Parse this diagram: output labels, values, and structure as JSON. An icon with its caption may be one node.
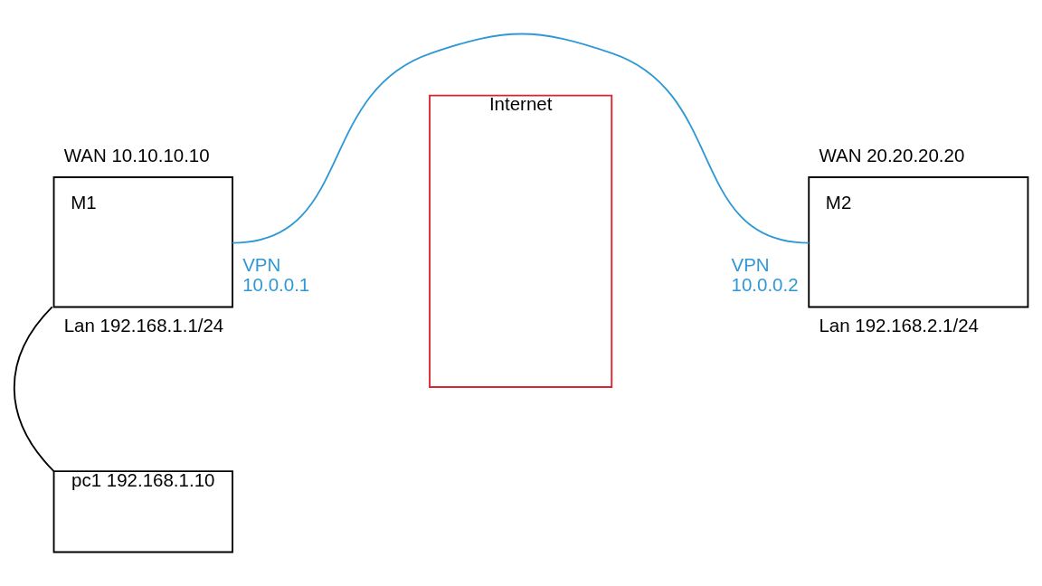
{
  "diagram": {
    "nodes": [
      {
        "text": [
          "M1"
        ],
        "beside": [
          "WAN 10.10.10.10",
          "VPN 10.0.0.1",
          "Lan 192.168.1.1/24"
        ]
      },
      {
        "text": [
          "Internet"
        ]
      },
      {
        "text": [
          "M2"
        ],
        "beside": [
          "WAN 20.20.20.20",
          "VPN 10.0.0.2",
          "Lan 192.168.2.1/24"
        ]
      },
      {
        "text": [
          "pc1 192.168.1.10"
        ]
      }
    ],
    "edges": [
      {
        "from": 0,
        "to": 2,
        "arrow": "none",
        "color": "#2f98d6"
      },
      {
        "from": 0,
        "to": 3,
        "arrow": "none",
        "color": "#000000"
      }
    ]
  }
}
